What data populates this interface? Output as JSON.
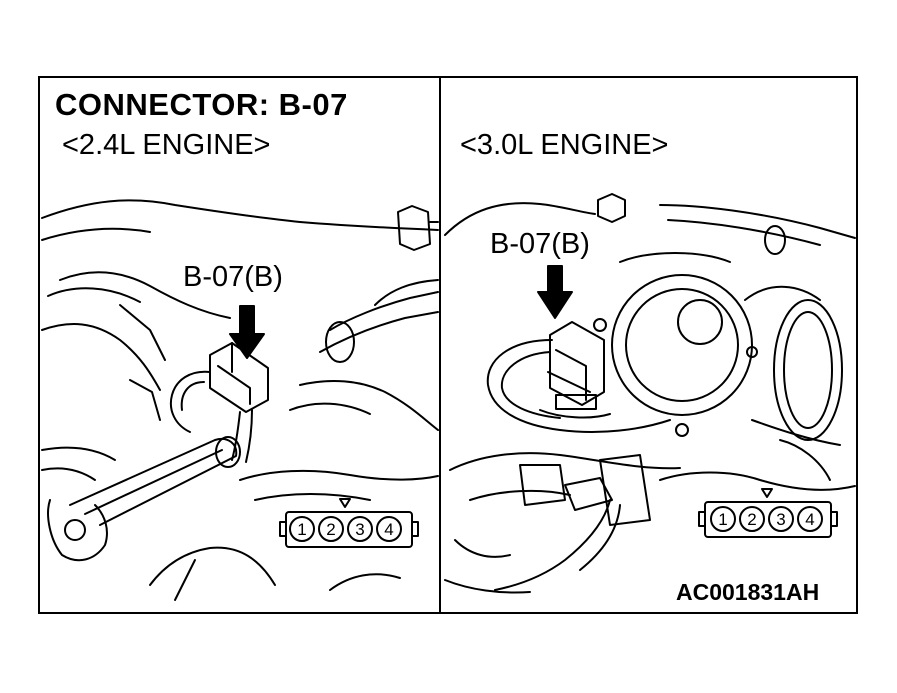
{
  "title": "CONNECTOR: B-07",
  "left_panel": {
    "engine_label": "<2.4L ENGINE>",
    "connector_label": "B-07(B)",
    "pins": [
      "1",
      "2",
      "3",
      "4"
    ]
  },
  "right_panel": {
    "engine_label": "<3.0L ENGINE>",
    "connector_label": "B-07(B)",
    "pins": [
      "1",
      "2",
      "3",
      "4"
    ]
  },
  "figure_code": "AC001831AH",
  "colors": {
    "line": "#000000",
    "background": "#ffffff"
  }
}
